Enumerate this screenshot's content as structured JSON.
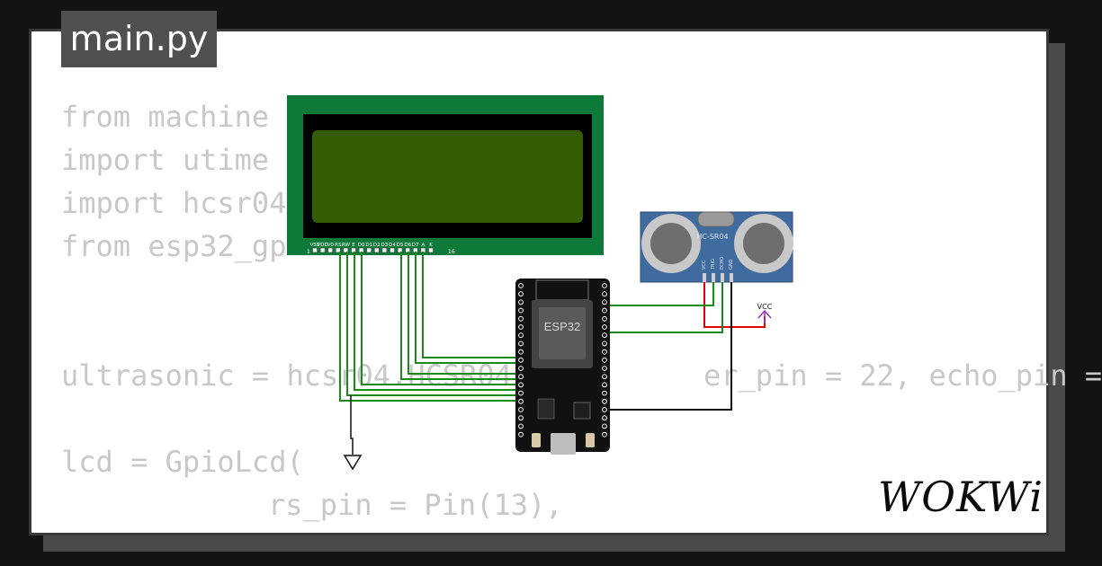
{
  "file_tab": {
    "label": "main.py"
  },
  "code": {
    "lines": [
      "from machine",
      "import utime",
      "import hcsr04",
      "from esp32_gp",
      "ultrasonic = hcsr04.HCSR04(",
      "er_pin = 22, echo_pin =",
      "lcd = GpioLcd(",
      "rs_pin = Pin(13),"
    ]
  },
  "lcd": {
    "pin_labels": [
      "VSS",
      "VDD",
      "V0",
      "RS",
      "RW",
      "E",
      "D0",
      "D1",
      "D2",
      "D3",
      "D4",
      "D5",
      "D6",
      "D7",
      "A",
      "K"
    ],
    "pin_first": "1",
    "pin_last": "16",
    "colors": {
      "board": "#0e7a3a",
      "bezel": "#000000",
      "screen": "#345c00"
    }
  },
  "esp32": {
    "label": "ESP32",
    "colors": {
      "board": "#111111",
      "module": "#333333"
    }
  },
  "sensor": {
    "label": "HC-SR04",
    "pin_labels": [
      "VCC",
      "TRIG",
      "ECHO",
      "GND"
    ],
    "colors": {
      "board": "#3f6b9e"
    }
  },
  "power": {
    "label": "VCC",
    "color": "#9b30c0"
  },
  "wires": {
    "green": "#1a8a1a",
    "red": "#e00000",
    "black": "#111111"
  },
  "brand": {
    "logo": "WOKWi"
  }
}
